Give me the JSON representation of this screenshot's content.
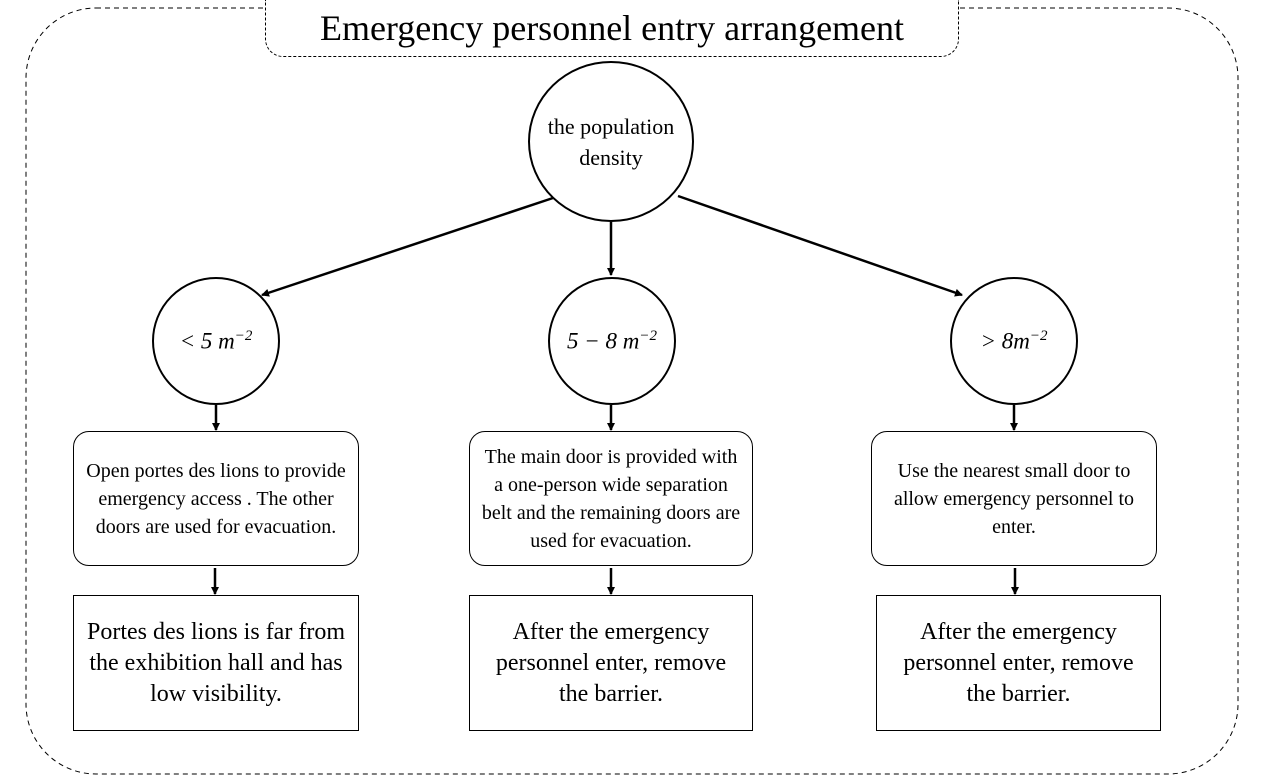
{
  "title": "Emergency personnel entry arrangement",
  "root": {
    "label": "the population density"
  },
  "branches": [
    {
      "range": {
        "prefix": "< 5 m",
        "exp": "−2"
      },
      "action": "Open portes des lions to provide emergency access . The other doors are used for evacuation.",
      "note": "Portes des lions is far from the exhibition hall and has low visibility."
    },
    {
      "range": {
        "prefix": "5 − 8 m",
        "exp": "−2"
      },
      "action": "The main door is provided with a one-person wide separation belt and the remaining doors are used for evacuation.",
      "note": "After the emergency personnel enter, remove the barrier."
    },
    {
      "range": {
        "prefix": "> 8m",
        "exp": "−2"
      },
      "action": "Use the nearest small door to allow emergency personnel to enter.",
      "note": "After the emergency personnel enter, remove the barrier."
    }
  ]
}
